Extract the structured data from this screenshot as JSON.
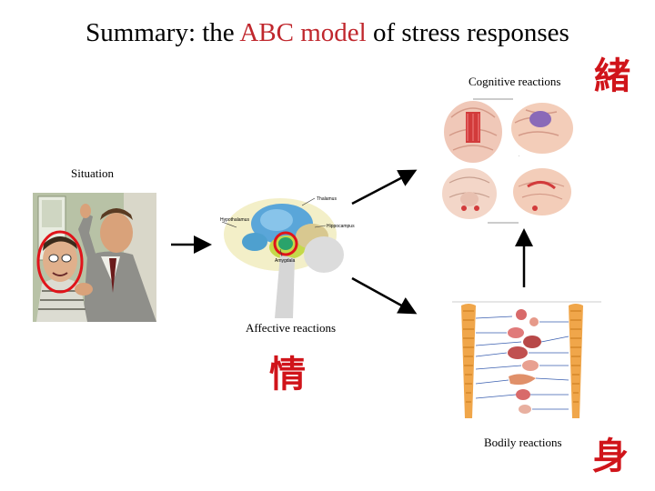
{
  "title": {
    "prefix": "Summary: the ",
    "highlight": "ABC model",
    "suffix": " of stress responses"
  },
  "labels": {
    "cognitive": "Cognitive reactions",
    "situation": "Situation",
    "affective": "Affective reactions",
    "bodily": "Bodily reactions"
  },
  "kanji": {
    "cognitive": "緒",
    "affective": "情",
    "bodily": "身"
  },
  "brain_labels": {
    "thalamus": "Thalamus",
    "hypothalamus": "Hypothalamus",
    "hippocampus": "Hippocampus",
    "amygdala": "Amygdala"
  },
  "colors": {
    "accent": "#c0272d",
    "kanji": "#d0141a",
    "arrow": "#000000"
  }
}
